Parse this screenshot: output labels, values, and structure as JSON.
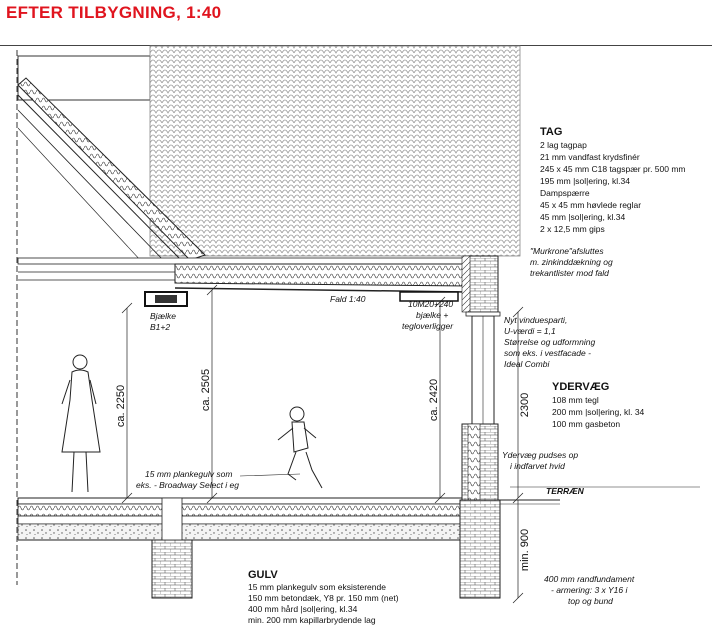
{
  "title": "EFTER TILBYGNING, 1:40",
  "roof": {
    "heading": "TAG",
    "lines": [
      "2 lag tagpap",
      "21 mm vandfast krydsfinér",
      "245 x 45 mm C18 tagspær pr. 500 mm",
      "195 mm |sol|ering, kl.34",
      "Dampspærre",
      "45 x 45 mm høvlede reglar",
      "45 mm |sol|ering, kl.34",
      "2 x 12,5 mm gips"
    ]
  },
  "murkrone": [
    "\"Murkrone\"afsluttes",
    "m. zinkinddækning og",
    "trekantlister mod fald"
  ],
  "fald": "Fald 1:40",
  "beam_left": [
    "Bjælke",
    "B1+2"
  ],
  "beam_right": [
    "10M20+240",
    "bjælke +",
    "tegloverligger"
  ],
  "window": [
    "Nyt vinduesparti,",
    "U-værdi = 1,1",
    "Størrelse og udformning",
    "som eks. i vestfacade -",
    "Ideal Combi"
  ],
  "wall": {
    "heading": "YDERVÆG",
    "lines": [
      "108 mm tegl",
      "200 mm |sol|ering, kl. 34",
      "100 mm gasbeton"
    ]
  },
  "wall_note": [
    "Ydervæg pudses op",
    "i indfarvet hvid"
  ],
  "terrain": "TERRÆN",
  "floor_note": [
    "15 mm plankegulv som",
    "eks. - Broadway Select i eg"
  ],
  "dims": {
    "d1": "ca. 2250",
    "d2": "ca. 2505",
    "d3": "ca. 2420",
    "d4": "2300",
    "d5": "min. 900"
  },
  "foundation": [
    "400 mm randfundament",
    "- armering: 3 x Y16 i",
    "top og bund"
  ],
  "floor": {
    "heading": "GULV",
    "lines": [
      "15 mm plankegulv som eksisterende",
      "150 mm betondæk, Y8 pr. 150 mm (net)",
      "400 mm hård |sol|ering, kl.34",
      "min. 200 mm kapillarbrydende lag"
    ]
  }
}
